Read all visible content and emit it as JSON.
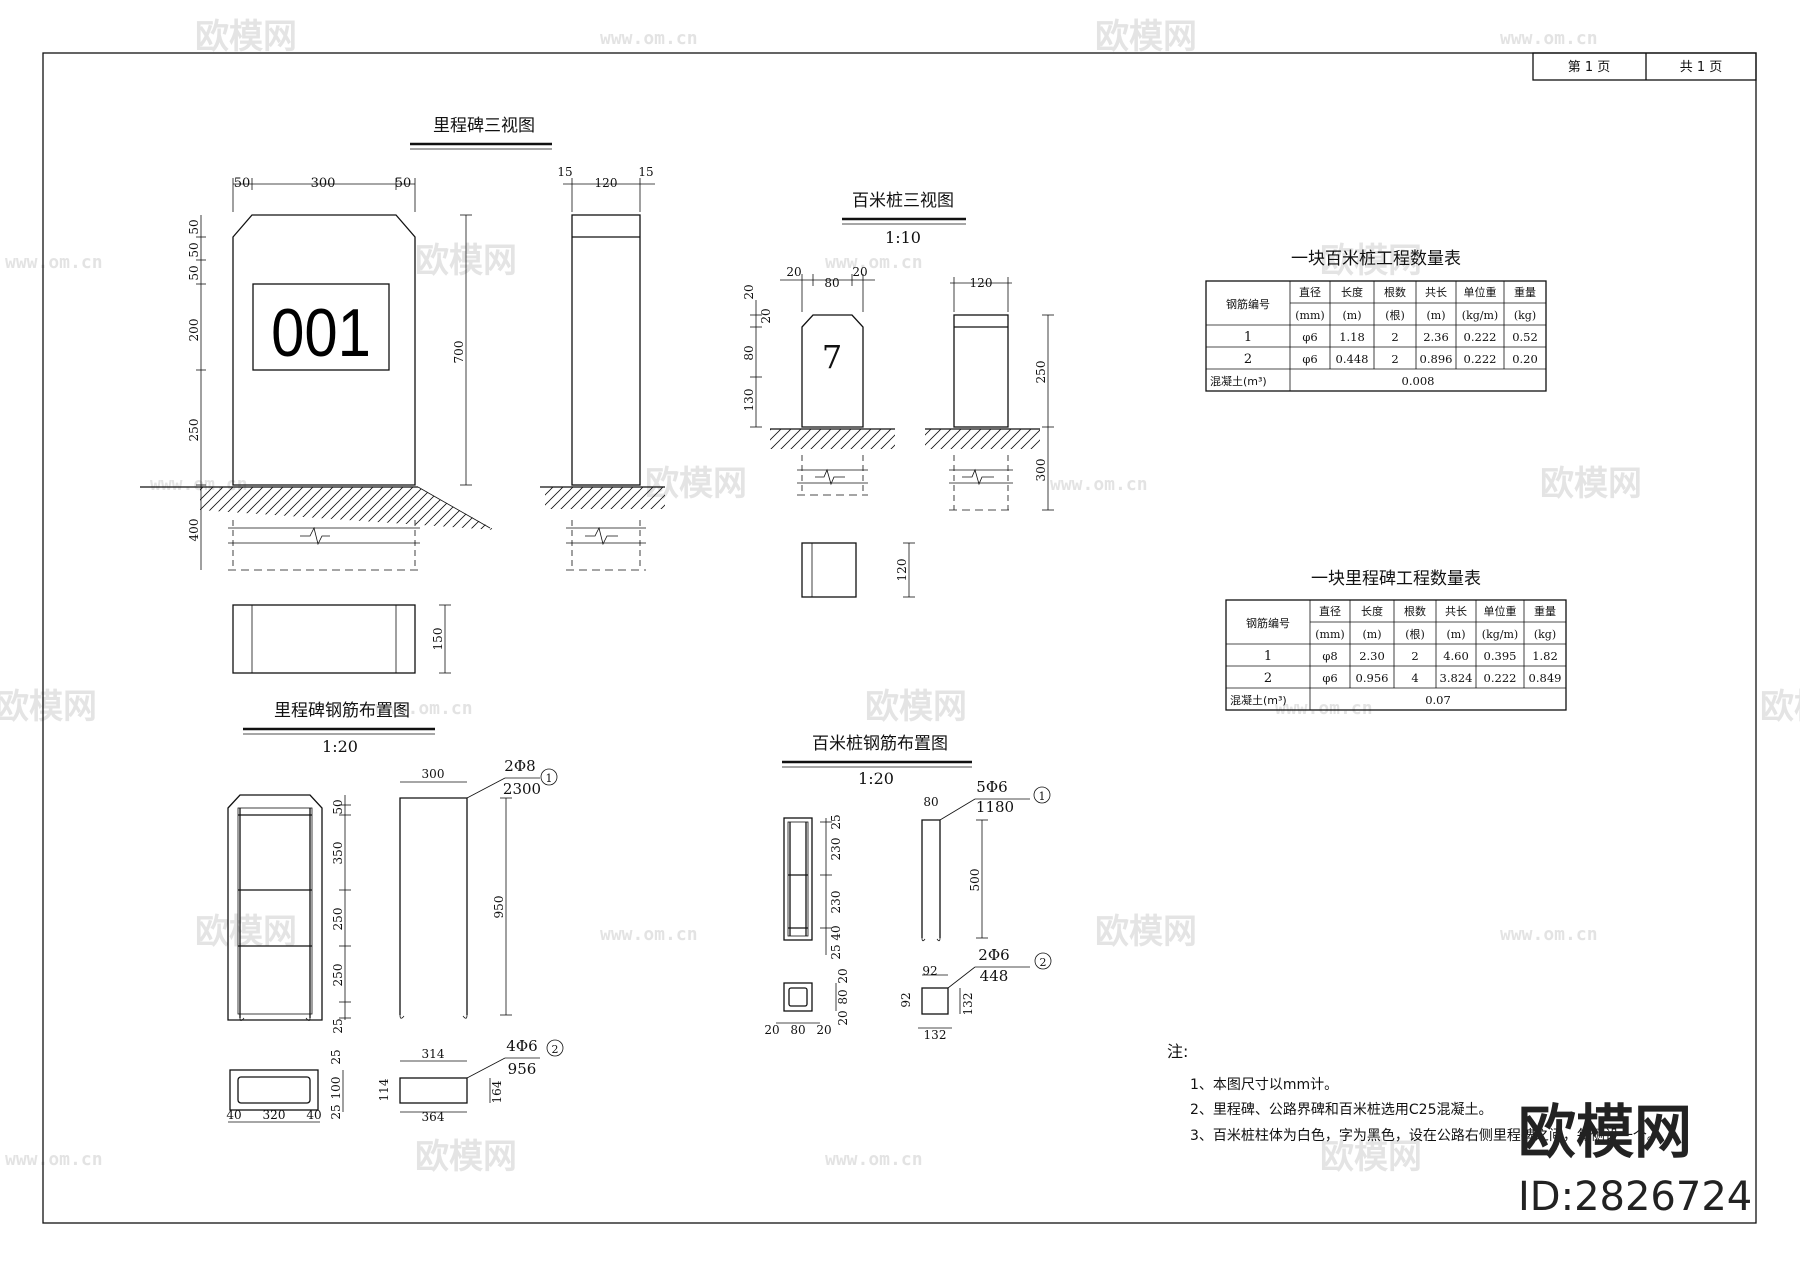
{
  "page": {
    "label": "第 1 页",
    "total": "共 1 页"
  },
  "titles": {
    "milestone_views": "里程碑三视图",
    "hectometer_views": "百米桩三视图",
    "hectometer_views_scale": "1:10",
    "milestone_rebar": "里程碑钢筋布置图",
    "milestone_rebar_scale": "1:20",
    "hectometer_rebar": "百米桩钢筋布置图",
    "hectometer_rebar_scale": "1:20"
  },
  "milestone": {
    "number": "001",
    "dims": {
      "w_left": "50",
      "w_mid": "300",
      "w_right": "50",
      "s_left": "15",
      "s_mid": "120",
      "s_right": "15",
      "h1": "50",
      "h2": "50",
      "h3": "50",
      "h4": "200",
      "h5": "250",
      "h6": "400",
      "h_total": "700",
      "base_depth": "150"
    }
  },
  "hectometer": {
    "number": "7",
    "dims": {
      "w_left": "20",
      "w_mid": "80",
      "w_right": "20",
      "side": "120",
      "h1": "20",
      "h2": "20",
      "h3": "80",
      "h4": "130",
      "h_above": "250",
      "h_below": "300",
      "plan": "120"
    }
  },
  "milestone_rebar": {
    "bar1": {
      "count": "2Φ8",
      "length": "2300",
      "mark": "1"
    },
    "bar2": {
      "count": "4Φ6",
      "length": "956",
      "mark": "2"
    },
    "dims": {
      "top_width": "300",
      "height": "950",
      "v1": "50",
      "v2": "350",
      "v3": "250",
      "v4": "250",
      "v5": "25",
      "stirrup_w": "314",
      "stirrup_h": "114",
      "stirrup_side": "164",
      "stirrup_bottom": "364",
      "sec_l": "40",
      "sec_m": "320",
      "sec_r": "40",
      "sec_v1": "25",
      "sec_v2": "100",
      "sec_v3": "25"
    }
  },
  "hectometer_rebar": {
    "bar1": {
      "count": "5Φ6",
      "length": "1180",
      "mark": "1"
    },
    "bar2": {
      "count": "2Φ6",
      "length": "448",
      "mark": "2"
    },
    "dims": {
      "hook": "80",
      "height": "500",
      "v1": "25",
      "v2": "230",
      "v3": "230",
      "v4": "40",
      "v5": "25",
      "sec_h1": "20",
      "sec_h2": "80",
      "sec_h3": "20",
      "sec_v1": "20",
      "sec_v2": "80",
      "sec_v3": "20",
      "st_top": "92",
      "st_left": "92",
      "st_right": "132",
      "st_bottom": "132"
    }
  },
  "table_hectometer": {
    "title": "一块百米桩工程数量表",
    "headers": [
      "钢筋编号",
      "直径",
      "长度",
      "根数",
      "共长",
      "单位重",
      "重量"
    ],
    "units": [
      "(mm)",
      "(m)",
      "(根)",
      "(m)",
      "(kg/m)",
      "(kg)"
    ],
    "rows": [
      [
        "1",
        "φ6",
        "1.18",
        "2",
        "2.36",
        "0.222",
        "0.52"
      ],
      [
        "2",
        "φ6",
        "0.448",
        "2",
        "0.896",
        "0.222",
        "0.20"
      ]
    ],
    "concrete_label": "混凝土(m³)",
    "concrete_value": "0.008"
  },
  "table_milestone": {
    "title": "一块里程碑工程数量表",
    "headers": [
      "钢筋编号",
      "直径",
      "长度",
      "根数",
      "共长",
      "单位重",
      "重量"
    ],
    "units": [
      "(mm)",
      "(m)",
      "(根)",
      "(m)",
      "(kg/m)",
      "(kg)"
    ],
    "rows": [
      [
        "1",
        "φ8",
        "2.30",
        "2",
        "4.60",
        "0.395",
        "1.82"
      ],
      [
        "2",
        "φ6",
        "0.956",
        "4",
        "3.824",
        "0.222",
        "0.849"
      ]
    ],
    "concrete_label": "混凝土(m³)",
    "concrete_value": "0.07"
  },
  "notes": {
    "heading": "注:",
    "items": [
      "1、本图尺寸以mm计。",
      "2、里程碑、公路界碑和百米桩选用C25混凝土。",
      "3、百米桩柱体为白色，字为黑色，设在公路右侧里程碑之间，每侧设一个。"
    ]
  },
  "watermark": {
    "brand": "欧模网",
    "url": "www.om.cn",
    "id": "ID:2826724"
  }
}
